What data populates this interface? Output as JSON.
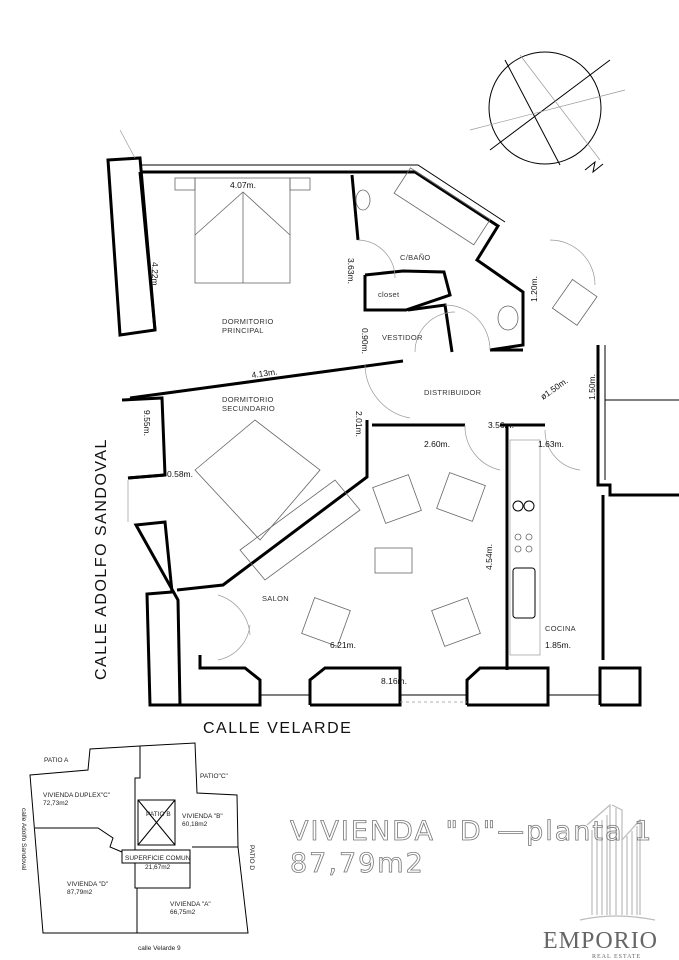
{
  "plan": {
    "streets": {
      "left": "CALLE  ADOLFO  SANDOVAL",
      "bottom": "CALLE   VELARDE"
    },
    "rooms": {
      "dormitorio_principal": [
        "DORMITORIO",
        "PRINCIPAL"
      ],
      "dormitorio_secundario": [
        "DORMITORIO",
        "SECUNDARIO"
      ],
      "bano": "C/BAÑO",
      "closet": "closet",
      "vestidor": "VESTIDOR",
      "distribuidor": "DISTRIBUIDOR",
      "salon": "SALON",
      "cocina": "COCINA"
    },
    "dimensions": [
      "4.07m.",
      "4.22m.",
      "3.63m.",
      "0.90m.",
      "4.13m.",
      "9.55m.",
      "2.01m.",
      "1.20m.",
      "ø1.50m.",
      "1.50m.",
      "3.56m.",
      "2.60m.",
      "1.63m.",
      "0.58m.",
      "4.54m.",
      "6.21m.",
      "1.85m.",
      "8.16m."
    ]
  },
  "title": {
    "line1": "VIVIENDA \"D\"—planta 1",
    "line2": "87,79m2"
  },
  "key_plan": {
    "patio_a": "PATIO A",
    "patio_c": "PATIO\"C\"",
    "patio_b": "PATIO B",
    "patio_d": "PATIO D",
    "street_left": "calle Adolfo Sandoval",
    "street_bottom": "calle Velarde 9",
    "units": [
      {
        "name": "VIVIENDA DUPLEX\"C\"",
        "area": "72,73m2"
      },
      {
        "name": "VIVIENDA \"B\"",
        "area": "60,18m2"
      },
      {
        "name": "SUPERFICIE COMUN",
        "area": "21,67m2"
      },
      {
        "name": "VIVIENDA \"D\"",
        "area": "87,79m2"
      },
      {
        "name": "VIVIENDA \"A\"",
        "area": "66,75m2"
      }
    ]
  },
  "brand": {
    "name": "EMPORIO",
    "tagline": "REAL ESTATE"
  }
}
